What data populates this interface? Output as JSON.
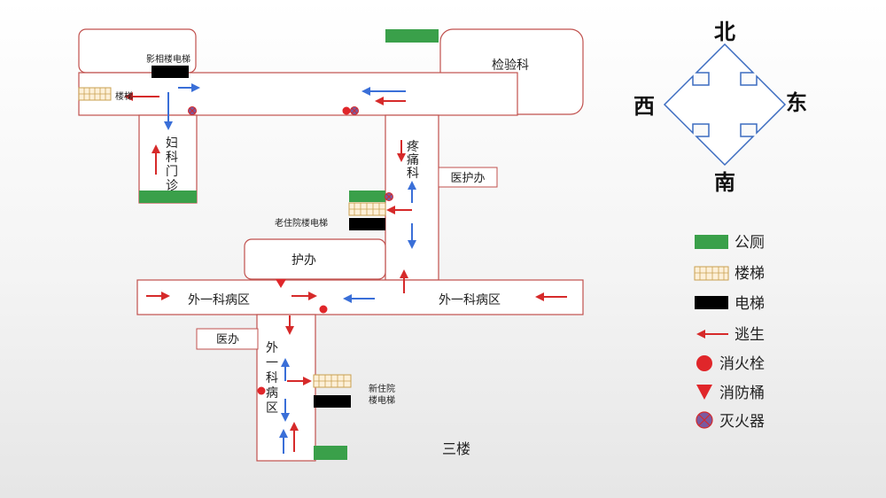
{
  "floor_label": "三楼",
  "colors": {
    "room_border": "#c0504d",
    "toilet": "#3aa04a",
    "elevator": "#000000",
    "stairs_fill": "#fdf0d8",
    "stairs_line": "#c9a050",
    "escape_arrow": "#d62a2a",
    "flow_arrow": "#3a6fd8",
    "hydrant": "#e0262a",
    "extinguisher_fill": "#7b5aa0",
    "compass_line": "#3c6cc0"
  },
  "rooms": {
    "imaging_elevator": "影相楼电梯",
    "stairs_left": "楼梯",
    "gyn_clinic": "妇科门诊",
    "lab": "检验科",
    "pain": "疼痛科",
    "medical_office_right": "医护办",
    "old_elevator": "老住院楼电梯",
    "nurse_office": "护办",
    "surgery_ward_west": "外一科病区",
    "surgery_ward_east": "外一科病区",
    "doctor_office": "医办",
    "surgery_ward_south": "外一科病区",
    "new_elevator_line1": "新住院",
    "new_elevator_line2": "楼电梯"
  },
  "compass": {
    "north": "北",
    "south": "南",
    "east": "东",
    "west": "西"
  },
  "legend": [
    {
      "key": "toilet",
      "label": "公厕"
    },
    {
      "key": "stairs",
      "label": "楼梯"
    },
    {
      "key": "elevator",
      "label": "电梯"
    },
    {
      "key": "escape",
      "label": "逃生"
    },
    {
      "key": "hydrant",
      "label": "消火栓"
    },
    {
      "key": "bucket",
      "label": "消防桶"
    },
    {
      "key": "extinguisher",
      "label": "灭火器"
    }
  ]
}
